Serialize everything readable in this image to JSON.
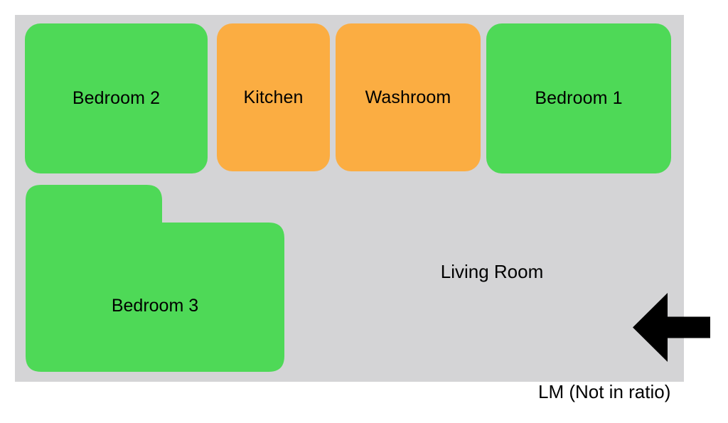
{
  "diagram": {
    "type": "floor-plan",
    "caption": "LM (Not in ratio)",
    "colors": {
      "bedroom": "#4ed957",
      "service": "#fbad42",
      "slab": "#d4d4d6",
      "arrow": "#000000",
      "text": "#000000",
      "page": "#ffffff"
    },
    "slab": {
      "name": "Living Room",
      "label": "Living Room"
    },
    "rooms": [
      {
        "id": "bedroom-2",
        "label": "Bedroom 2",
        "category": "bedroom",
        "color": "#4ed957",
        "shape": "rounded-rectangle",
        "row": "top"
      },
      {
        "id": "kitchen",
        "label": "Kitchen",
        "category": "service",
        "color": "#fbad42",
        "shape": "rounded-rectangle",
        "row": "top"
      },
      {
        "id": "washroom",
        "label": "Washroom",
        "category": "service",
        "color": "#fbad42",
        "shape": "rounded-rectangle",
        "row": "top"
      },
      {
        "id": "bedroom-1",
        "label": "Bedroom 1",
        "category": "bedroom",
        "color": "#4ed957",
        "shape": "rounded-rectangle",
        "row": "top"
      },
      {
        "id": "bedroom-3",
        "label": "Bedroom 3",
        "category": "bedroom",
        "color": "#4ed957",
        "shape": "l-shape",
        "row": "bottom"
      }
    ],
    "arrow": {
      "id": "entrance-arrow",
      "direction": "left",
      "color": "#000000",
      "meaning": "entrance"
    }
  }
}
